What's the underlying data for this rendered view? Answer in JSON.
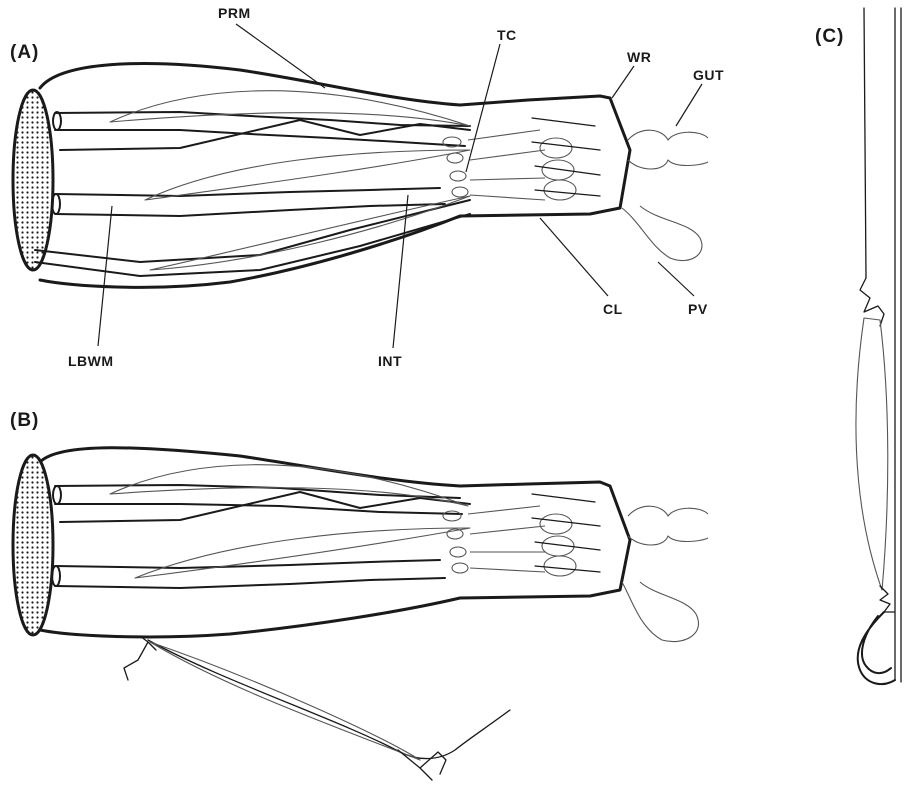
{
  "panels": {
    "a": "(A)",
    "b": "(B)",
    "c": "(C)"
  },
  "labels": {
    "prm": "PRM",
    "tc": "TC",
    "wr": "WR",
    "gut": "GUT",
    "lbwm": "LBWM",
    "int": "INT",
    "cl": "CL",
    "pv": "PV"
  },
  "colors": {
    "ink": "#1a1a1a",
    "stipple": "#1a1a1a",
    "background": "#ffffff"
  }
}
